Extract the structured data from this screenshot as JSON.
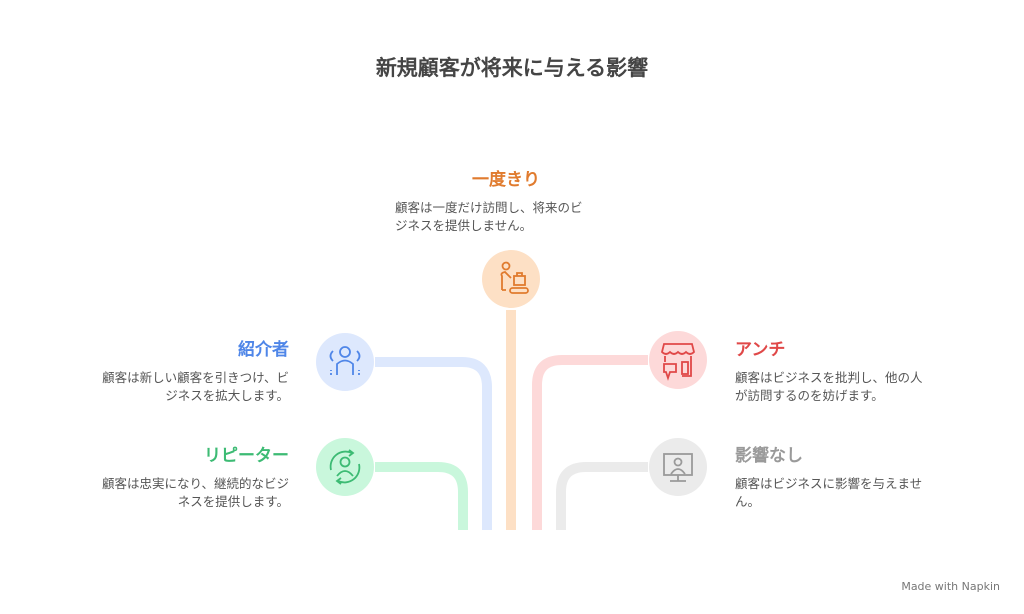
{
  "title": "新規顧客が将来に与える影響",
  "colors": {
    "orange": "#e07b2e",
    "blue": "#4f86e8",
    "green": "#3dbb74",
    "red": "#e04848",
    "gray": "#9a9a9a"
  },
  "items": [
    {
      "key": "once",
      "title": "一度きり",
      "desc_lines": [
        "顧客は一度だけ訪問し、将来のビ",
        "ジネスを提供しません。"
      ],
      "icon": "person-luggage-conveyor-icon"
    },
    {
      "key": "referrer",
      "title": "紹介者",
      "desc_lines": [
        "顧客は新しい顧客を引きつけ、ビ",
        "ジネスを拡大します。"
      ],
      "icon": "group-people-icon"
    },
    {
      "key": "repeater",
      "title": "リピーター",
      "desc_lines": [
        "顧客は忠実になり、継続的なビジ",
        "ネスを提供します。"
      ],
      "icon": "person-cycle-icon"
    },
    {
      "key": "anti",
      "title": "アンチ",
      "desc_lines": [
        "顧客はビジネスを批判し、他の人",
        "が訪問するのを妨げます。"
      ],
      "icon": "store-thumbs-down-icon"
    },
    {
      "key": "none",
      "title": "影響なし",
      "desc_lines": [
        "顧客はビジネスに影響を与えませ",
        "ん。"
      ],
      "icon": "monitor-person-icon"
    }
  ],
  "footer": "Made with Napkin"
}
